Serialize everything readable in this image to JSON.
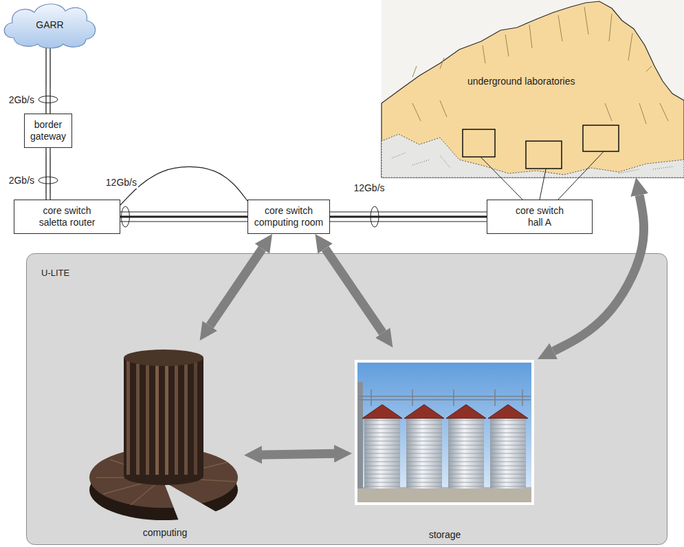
{
  "diagram": {
    "nodes": [
      {
        "text": [
          "GARR"
        ]
      },
      {
        "text": [
          "underground laboratories"
        ]
      },
      {
        "text": [
          "border gateway"
        ]
      },
      {
        "text": [
          "core switch saletta router"
        ]
      },
      {
        "text": [
          "core switch computing room"
        ]
      },
      {
        "text": [
          "core switch hall A"
        ]
      },
      {
        "text": [
          "U-LITE"
        ]
      },
      {
        "text": [
          "computing"
        ],
        "in": 6
      },
      {
        "text": [
          "storage"
        ],
        "in": 6
      }
    ],
    "edges": [
      {
        "from": 0,
        "to": 2,
        "arrow": "none",
        "label": "2Gb/s"
      },
      {
        "from": 2,
        "to": 3,
        "arrow": "none",
        "label": "2Gb/s"
      },
      {
        "from": 3,
        "to": 4,
        "arrow": "none",
        "label": "12Gb/s"
      },
      {
        "from": 4,
        "to": 5,
        "arrow": "none",
        "label": "12Gb/s"
      },
      {
        "from": 5,
        "to": 1,
        "arrow": "none"
      },
      {
        "from": 4,
        "to": 7,
        "arrow": "both"
      },
      {
        "from": 4,
        "to": 8,
        "arrow": "both"
      },
      {
        "from": 7,
        "to": 8,
        "arrow": "both"
      },
      {
        "from": 8,
        "to": 1,
        "arrow": "both"
      }
    ]
  }
}
